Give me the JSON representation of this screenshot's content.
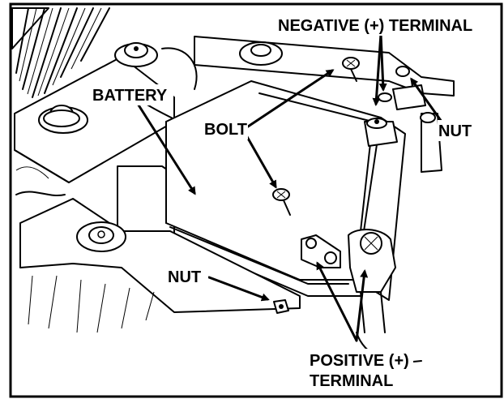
{
  "labels": {
    "negative_terminal": "NEGATIVE (+) TERMINAL",
    "battery": "BATTERY",
    "bolt": "BOLT",
    "nut_right": "NUT",
    "nut_left": "NUT",
    "positive_line1": "POSITIVE (+)",
    "positive_line2": "TERMINAL"
  },
  "colors": {
    "ink": "#000000",
    "paper": "#ffffff"
  }
}
